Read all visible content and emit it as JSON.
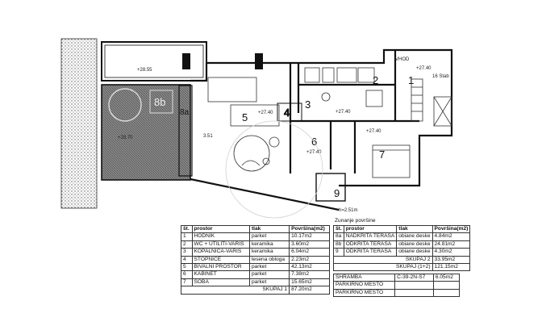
{
  "plan": {
    "room_numbers": [
      "1",
      "2",
      "3",
      "4",
      "5",
      "6",
      "7",
      "8a",
      "8b",
      "9"
    ],
    "labels": {
      "vhod": "VHOD",
      "level_top": "+28.55",
      "level_left": "+28.70",
      "level_mid": "+27.40",
      "level_mid2": "+27.40",
      "level_mid3": "+27.40",
      "level_mid4": "+27.40",
      "level_right": "+27.40",
      "ibz": "3.51",
      "height_note": "h=2.51m",
      "stair_note": "16 Stab"
    }
  },
  "table_main": {
    "headers": [
      "št.",
      "prostor",
      "tlak",
      "Površina(m2)"
    ],
    "rows": [
      [
        "1",
        "HODNIK",
        "parket",
        "10.17m2"
      ],
      [
        "2",
        "WC + UTILITI-VARIS",
        "keramika",
        "3.60m2"
      ],
      [
        "3",
        "KOPALNICA-VARIS",
        "keramika",
        "6.04m2"
      ],
      [
        "4",
        "STOPNICE",
        "lesena obloga",
        "2.23m2"
      ],
      [
        "5",
        "BIVALNI PROSTOR",
        "parket",
        "42.13m2"
      ],
      [
        "6",
        "KABINET",
        "parket",
        "7.38m2"
      ],
      [
        "7",
        "SOBA",
        "parket",
        "15.65m2"
      ]
    ],
    "total_label": "SKUPAJ 1",
    "total_value": "87.20m2"
  },
  "table_outdoor": {
    "caption": "Zunanje površine",
    "headers": [
      "št.",
      "prostor",
      "tlak",
      "Površina(m2)"
    ],
    "rows": [
      [
        "8a",
        "NADKRITA TERASA",
        "obiane deske",
        "4.84m2"
      ],
      [
        "8b",
        "ODKRITA TERASA",
        "obiane deske",
        "24.81m2"
      ],
      [
        "9",
        "ODKRITA TERASA",
        "obiane deske",
        "4.30m2"
      ]
    ],
    "total2_label": "SKUPAJ 2",
    "total2_value": "33.95m2",
    "total12_label": "SKUPAJ (1+2)",
    "total12_value": "121.15m2"
  },
  "table_parking": {
    "rows": [
      [
        "SHRAMBA",
        "C-39-2N-S7",
        "6.05m2"
      ],
      [
        "PARKIRNO MESTO",
        "",
        ""
      ],
      [
        "PARKIRNO MESTO",
        "",
        ""
      ]
    ]
  }
}
